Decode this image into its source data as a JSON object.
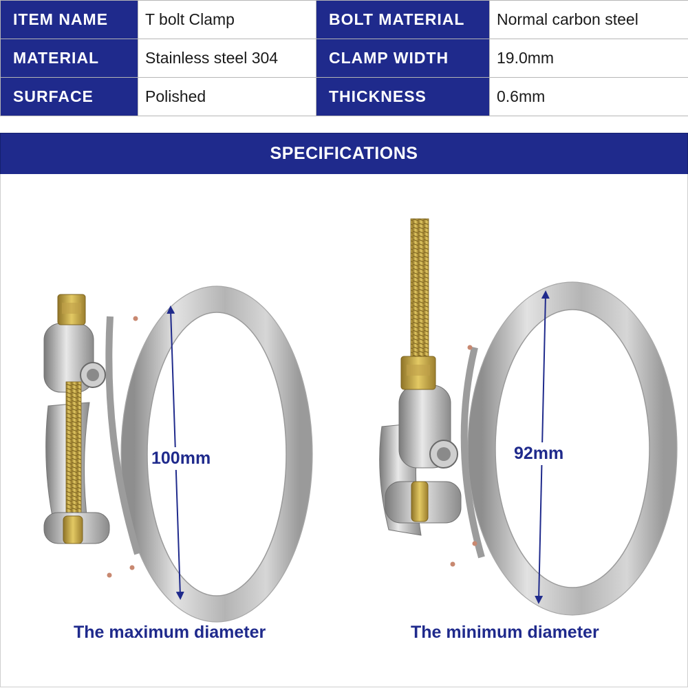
{
  "specs": {
    "rows": [
      {
        "label1": "ITEM NAME",
        "value1": "T bolt Clamp",
        "label2": "BOLT MATERIAL",
        "value2": "Normal carbon steel"
      },
      {
        "label1": "MATERIAL",
        "value1": "Stainless steel 304",
        "label2": "CLAMP WIDTH",
        "value2": "19.0mm"
      },
      {
        "label1": "SURFACE",
        "value1": "Polished",
        "label2": "THICKNESS",
        "value2": "0.6mm"
      }
    ]
  },
  "section": {
    "title": "SPECIFICATIONS"
  },
  "products": {
    "left": {
      "dimension": "100mm",
      "caption": "The maximum diameter"
    },
    "right": {
      "dimension": "92mm",
      "caption": "The minimum diameter"
    }
  },
  "colors": {
    "brand_blue": "#1f2a8c",
    "steel": "#c8c8c8",
    "brass": "#c9a640"
  },
  "icons": {
    "arrow": "double-headed-arrow-icon"
  }
}
